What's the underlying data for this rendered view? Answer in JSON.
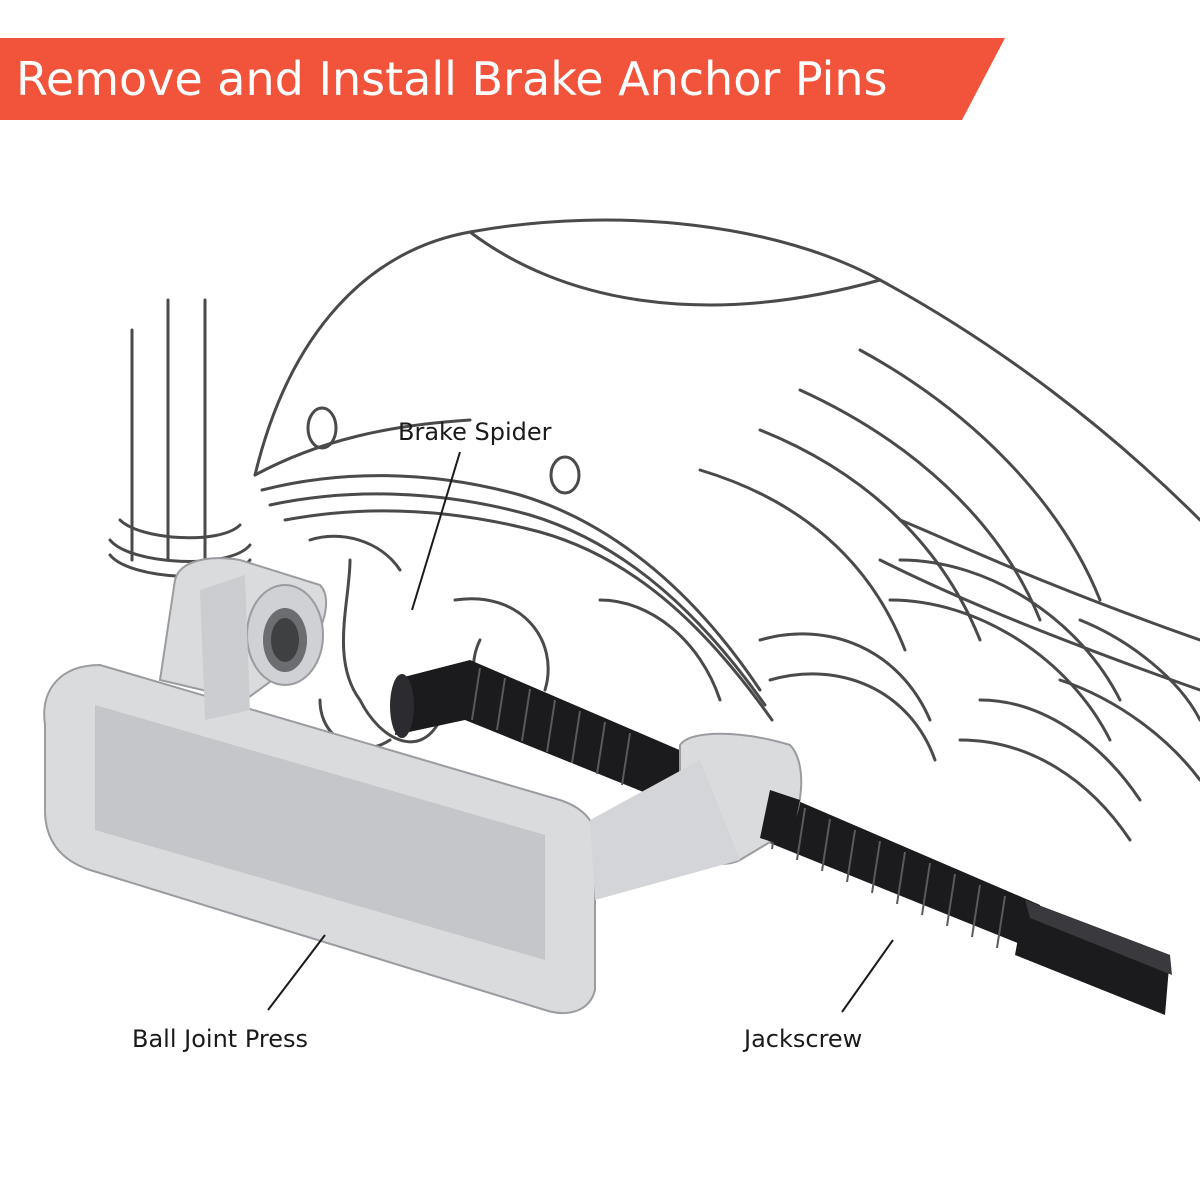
{
  "banner": {
    "title": "Remove and Install Brake Anchor Pins",
    "color": "#f2543b"
  },
  "callouts": {
    "brake_spider": "Brake Spider",
    "ball_joint_press": "Ball Joint Press",
    "jackscrew": "Jackscrew"
  },
  "colors": {
    "outline": "#4a4a4a",
    "press_body": "#d9dbdd",
    "jackscrew": "#1b1b1d"
  }
}
